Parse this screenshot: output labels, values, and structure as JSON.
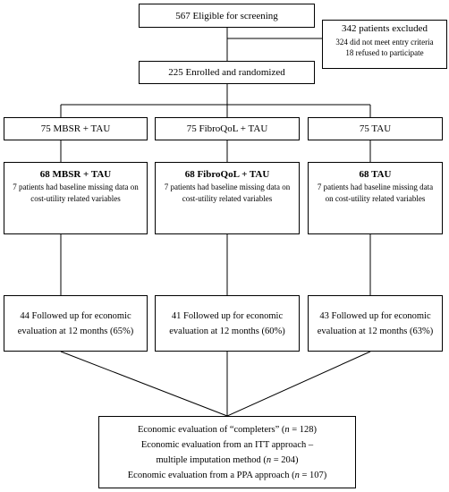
{
  "screening": {
    "text": "567 Eligible for screening"
  },
  "excluded": {
    "title": "342 patients excluded",
    "line1": "324 did not meet entry criteria",
    "line2": "18 refused to participate"
  },
  "enrolled": {
    "text": "225 Enrolled and randomized"
  },
  "arms": [
    {
      "allocated": "75 MBSR + TAU",
      "analysed_title": "68 MBSR + TAU",
      "analysed_note": "7 patients had baseline missing data on cost-utility related variables",
      "followup": "44 Followed up for economic evaluation at 12 months (65%)"
    },
    {
      "allocated": "75 FibroQoL + TAU",
      "analysed_title": "68 FibroQoL + TAU",
      "analysed_note": "7 patients had baseline missing data on cost-utility related variables",
      "followup": "41 Followed up for economic evaluation at 12 months (60%)"
    },
    {
      "allocated": "75 TAU",
      "analysed_title": "68 TAU",
      "analysed_note": "7 patients had baseline missing data on cost-utility related variables",
      "followup": "43 Followed up for economic evaluation at 12 months (63%)"
    }
  ],
  "final": {
    "line1_pre": "Economic evaluation of “completers” (",
    "line1_n": "n",
    "line1_post": " = 128)",
    "line2": "Economic evaluation from an ITT approach –",
    "line3_pre": "multiple imputation method (",
    "line3_n": "n",
    "line3_post": " = 204)",
    "line4_pre": "Economic evaluation from a PPA approach (",
    "line4_n": "n",
    "line4_post": " = 107)"
  }
}
